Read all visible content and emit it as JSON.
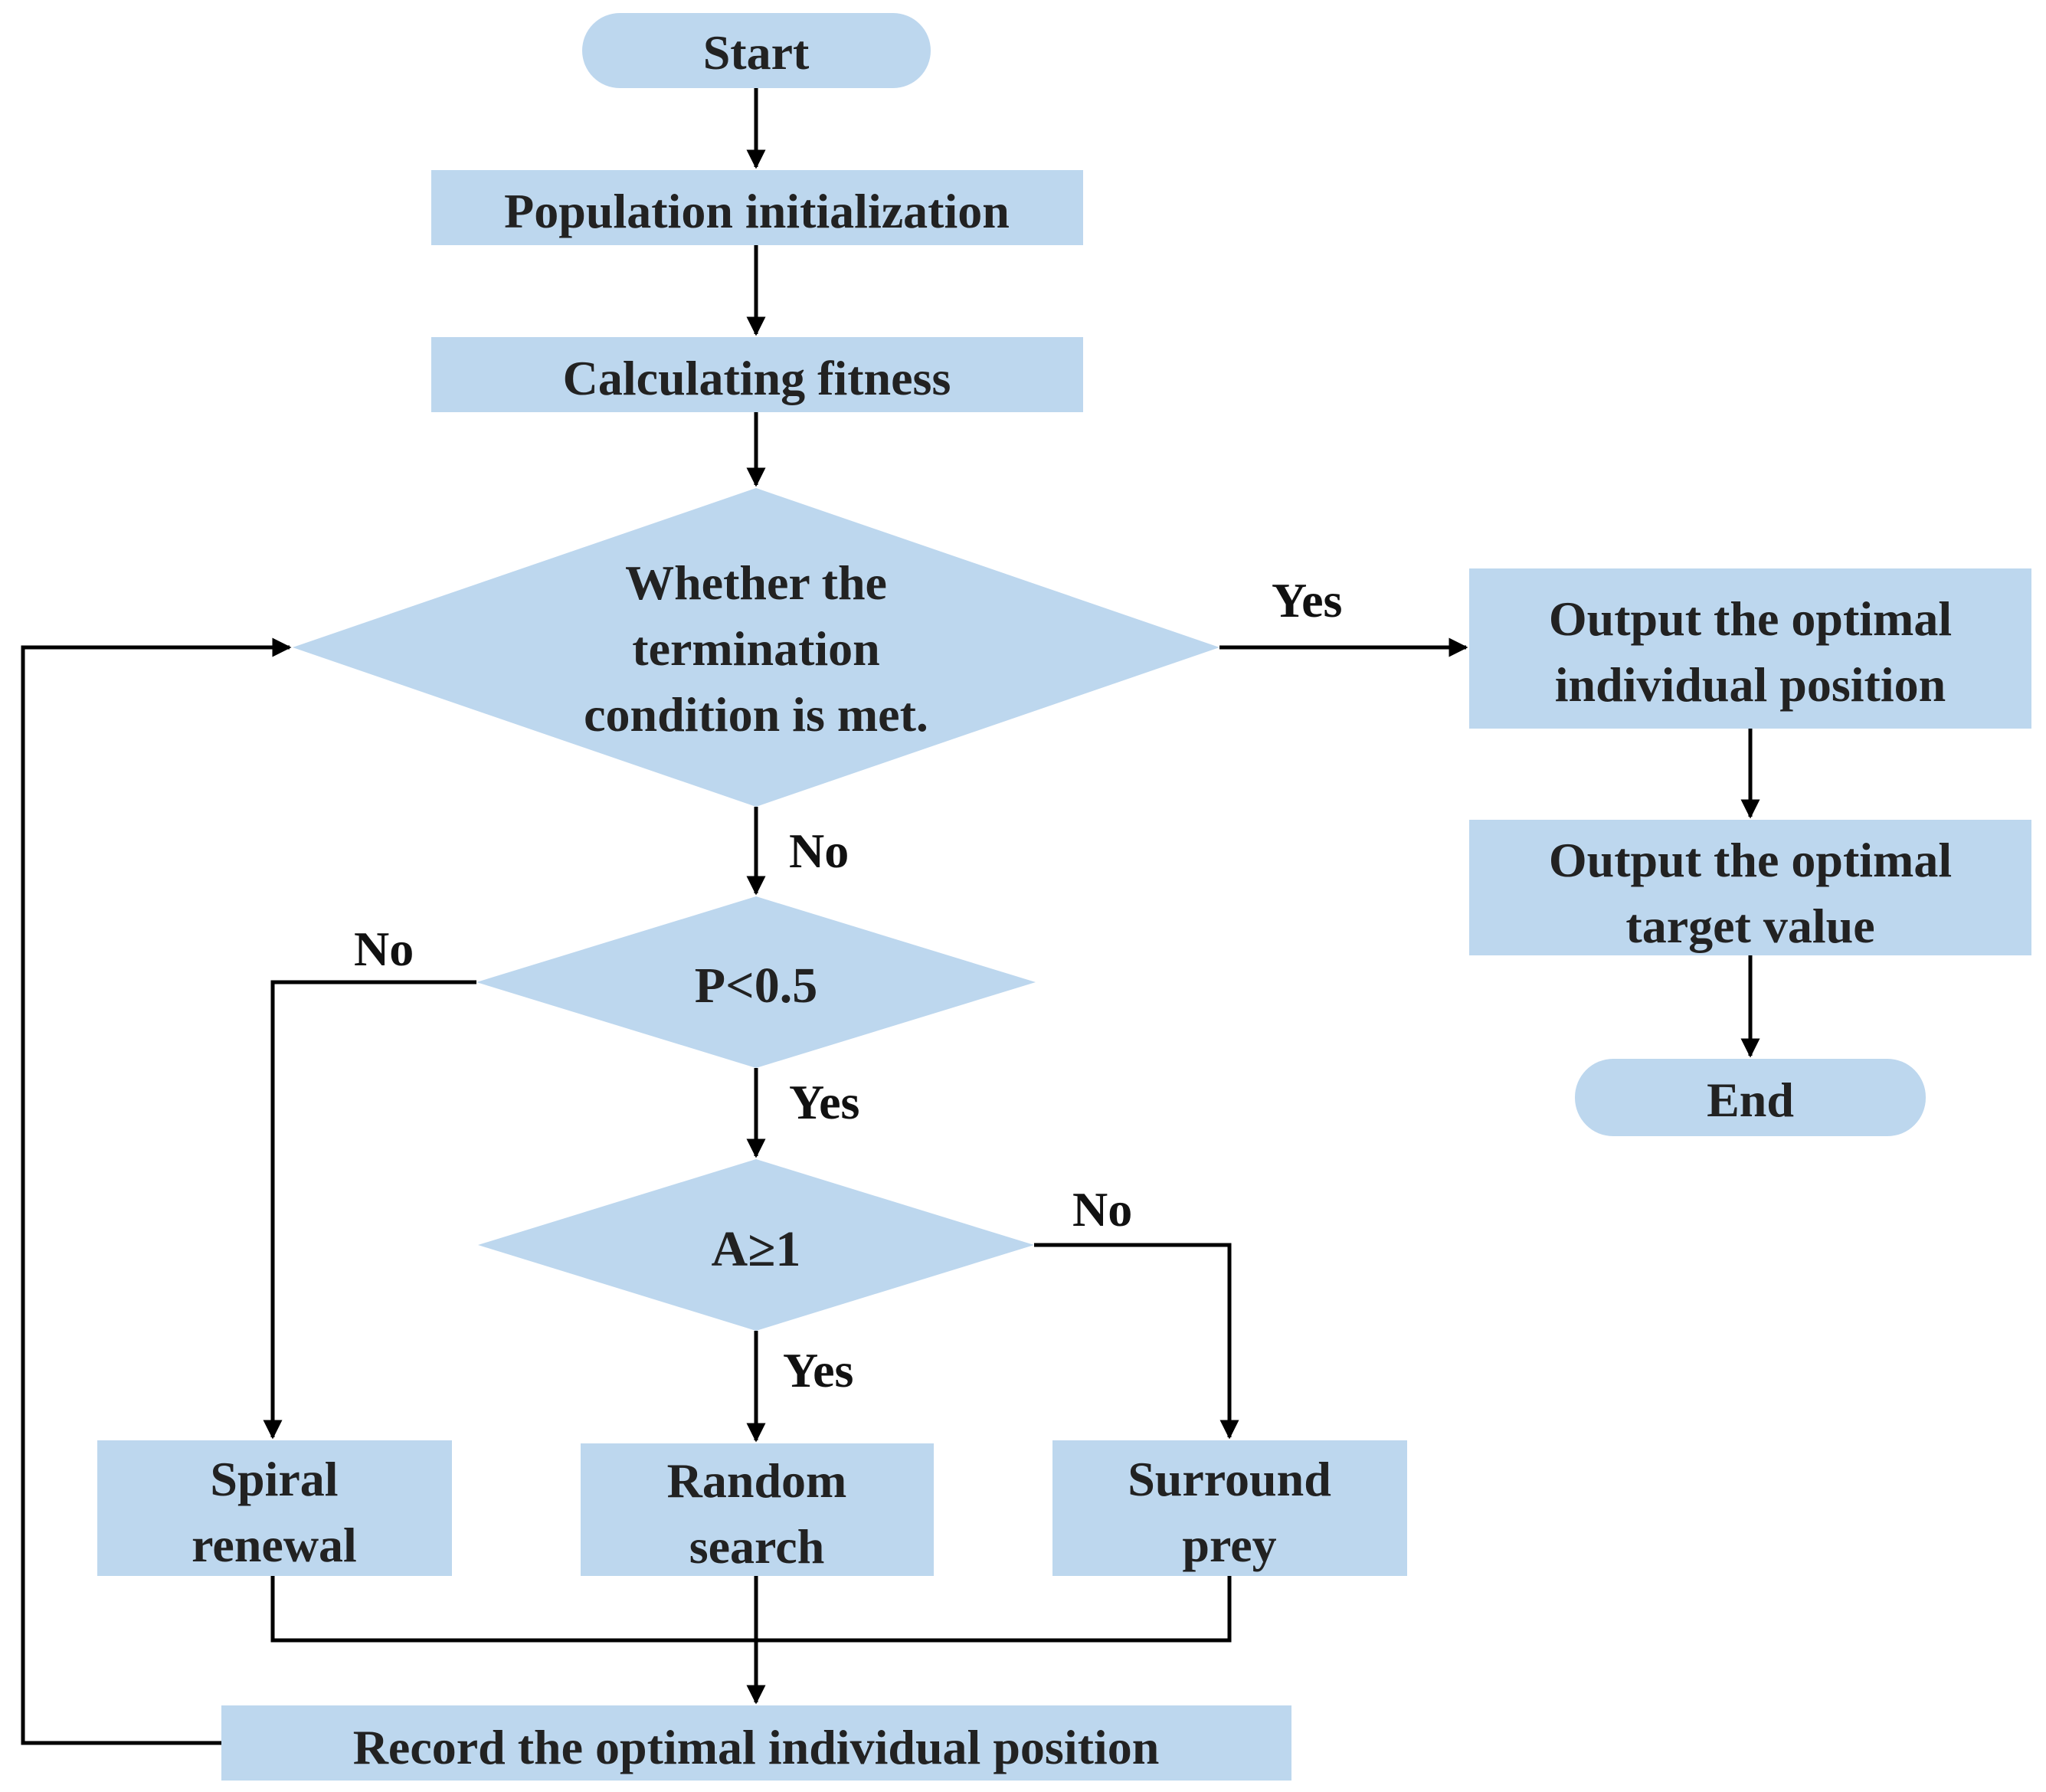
{
  "colors": {
    "node_fill": "#bdd7ee",
    "line": "#000000",
    "text": "#222222"
  },
  "nodes": {
    "start": "Start",
    "population_init": "Population initialization",
    "calc_fitness": "Calculating fitness",
    "termination_check": [
      "Whether the",
      "termination",
      "condition is met."
    ],
    "p_check": "P<0.5",
    "a_check": "A≥1",
    "spiral_renewal": [
      "Spiral",
      "renewal"
    ],
    "random_search": [
      "Random",
      "search"
    ],
    "surround_prey": [
      "Surround",
      "prey"
    ],
    "record_best": "Record the optimal individual position",
    "output_position": [
      "Output the optimal",
      "individual position"
    ],
    "output_value": [
      "Output the optimal",
      "target value"
    ],
    "end": "End"
  },
  "edge_labels": {
    "termination_yes": "Yes",
    "termination_no": "No",
    "p_no": "No",
    "p_yes": "Yes",
    "a_no": "No",
    "a_yes": "Yes"
  }
}
